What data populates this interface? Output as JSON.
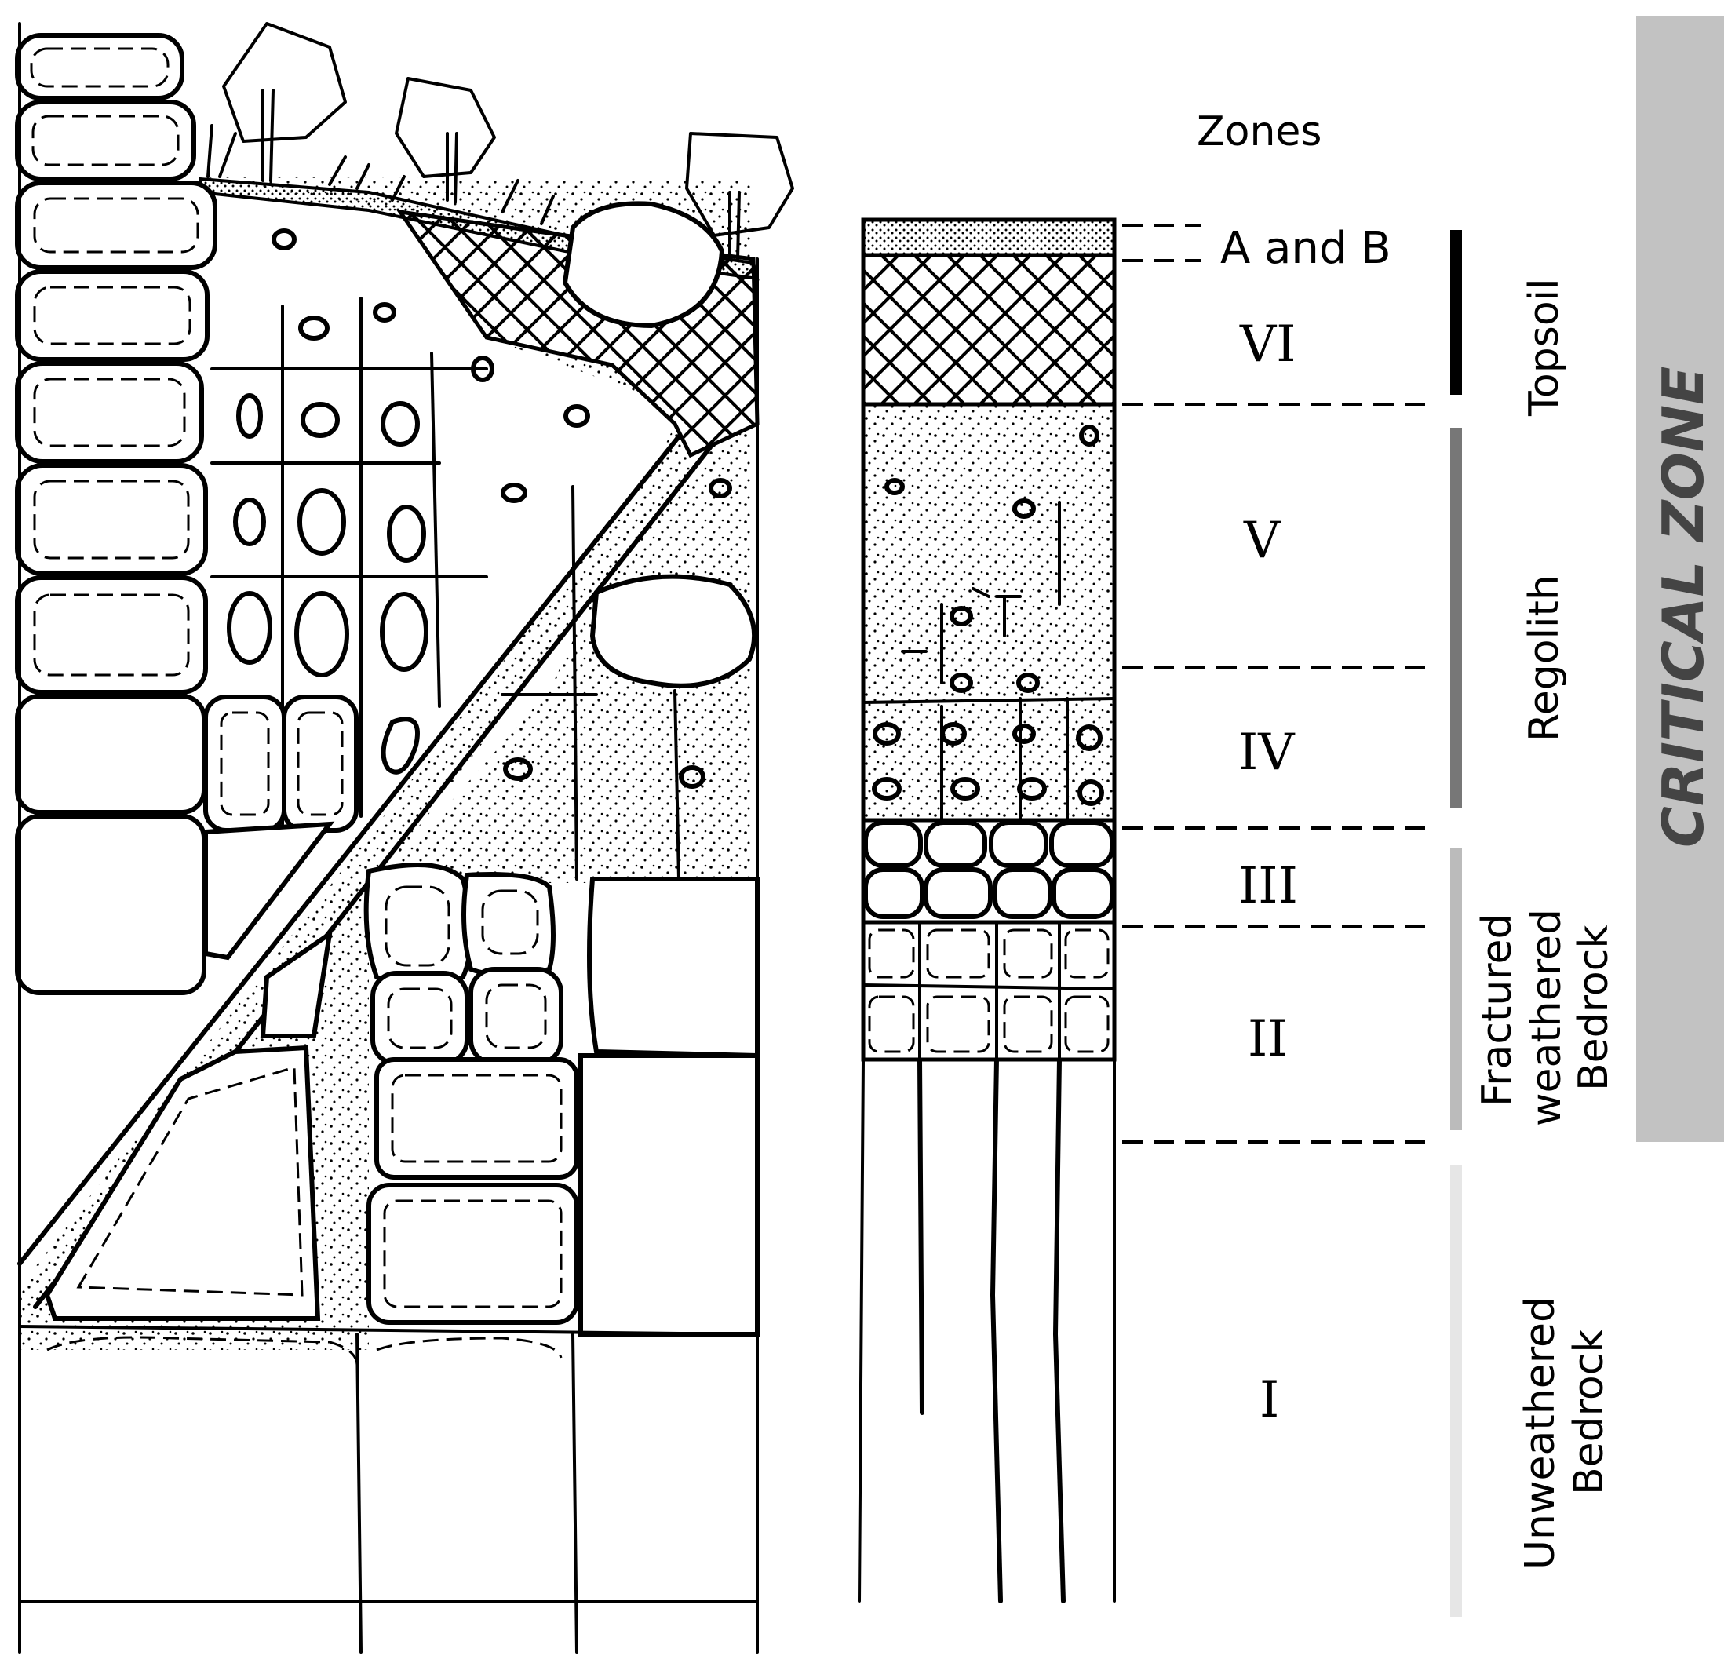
{
  "diagram": {
    "zones_heading": "Zones",
    "zones": [
      {
        "id": "ab",
        "label": "A and B"
      },
      {
        "id": "vi",
        "label": "VI"
      },
      {
        "id": "v",
        "label": "V"
      },
      {
        "id": "iv",
        "label": "IV"
      },
      {
        "id": "iii",
        "label": "III"
      },
      {
        "id": "ii",
        "label": "II"
      },
      {
        "id": "i",
        "label": "I"
      }
    ],
    "categories": [
      {
        "id": "topsoil",
        "lines": [
          "Topsoil"
        ],
        "bar_color": "#000000"
      },
      {
        "id": "regolith",
        "lines": [
          "Regolith"
        ],
        "bar_color": "#777777"
      },
      {
        "id": "fractured",
        "lines": [
          "Fractured",
          "weathered",
          "Bedrock"
        ],
        "bar_color": "#bbbbbb"
      },
      {
        "id": "unweathered",
        "lines": [
          "Unweathered",
          "Bedrock"
        ],
        "bar_color": "#e6e6e6"
      }
    ],
    "critical_zone": {
      "label": "CRITICAL ZONE",
      "bar_color": "#c2c2c2",
      "text_color": "#444444"
    }
  }
}
